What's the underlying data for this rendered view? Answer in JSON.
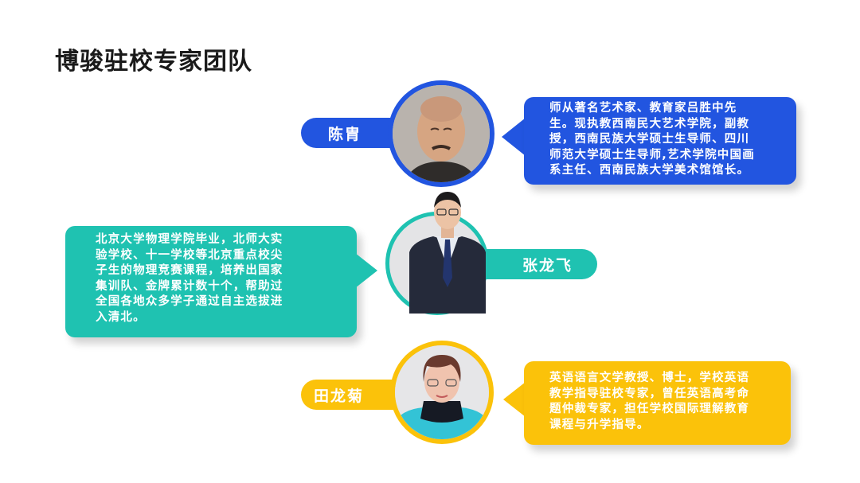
{
  "page": {
    "title": "博骏驻校专家团队"
  },
  "colors": {
    "blue": "#2255e0",
    "teal": "#1fc2b1",
    "yellow": "#fbc20a",
    "title_text": "#1a1a1a"
  },
  "experts": [
    {
      "name": "陈胄",
      "theme": "blue",
      "photo": "portrait-man-bald",
      "bio_lines": [
        "师从著名艺术家、教育家吕胜中先",
        "生。现执教西南民大艺术学院，副教",
        "授，西南民族大学硕士生导师、四川",
        "师范大学硕士生导师,艺术学院中国画",
        "系主任、西南民族大学美术馆馆长。"
      ]
    },
    {
      "name": "张龙飞",
      "theme": "teal",
      "photo": "portrait-man-suit",
      "bio_lines": [
        "北京大学物理学院毕业，北师大实",
        "验学校、十一学校等北京重点校尖",
        "子生的物理竞赛课程，培养出国家",
        "集训队、金牌累计数十个，帮助过",
        "全国各地众多学子通过自主选拔进",
        "入清北。"
      ]
    },
    {
      "name": "田龙菊",
      "theme": "yellow",
      "photo": "portrait-woman-glasses",
      "bio_lines": [
        "英语语言文学教授、博士，学校英语",
        "教学指导驻校专家，曾任英语高考命",
        "题仲裁专家，担任学校国际理解教育",
        "课程与升学指导。"
      ]
    }
  ]
}
